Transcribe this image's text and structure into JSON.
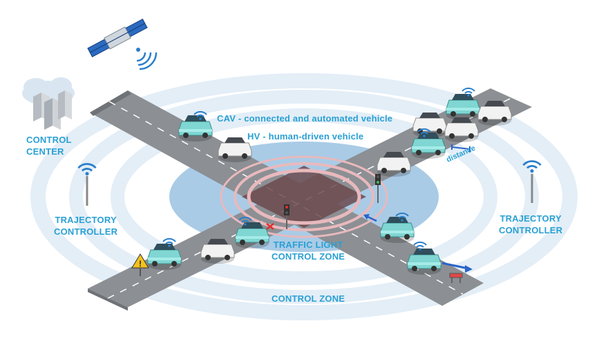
{
  "legend": {
    "cav": "CAV - connected and automated vehicle",
    "hv": "HV - human-driven vehicle"
  },
  "labels": {
    "control_center": [
      "CONTROL",
      "CENTER"
    ],
    "trajectory_controller_left": [
      "TRAJECTORY",
      "CONTROLLER"
    ],
    "trajectory_controller_right": [
      "TRAJECTORY",
      "CONTROLLER"
    ],
    "traffic_light_zone": [
      "TRAFFIC LIGHT",
      "CONTROL ZONE"
    ],
    "control_zone": "CONTROL ZONE",
    "distance": "distance"
  },
  "colors": {
    "accent": "#2aa0d4",
    "zone_ring": "#e3eef7",
    "inner_zone": "#a9cbe6",
    "road": "#8a8d91",
    "cav_body": "#8ee0dc",
    "hv_body": "#eeeeee",
    "signal_ring": "#e8b9bd",
    "arrow": "#2a64c8"
  },
  "icons": [
    "satellite-icon",
    "cloud-servers-icon",
    "wifi-antenna-icon",
    "traffic-light-icon",
    "warning-sign-icon",
    "roadblock-icon",
    "car-icon"
  ]
}
